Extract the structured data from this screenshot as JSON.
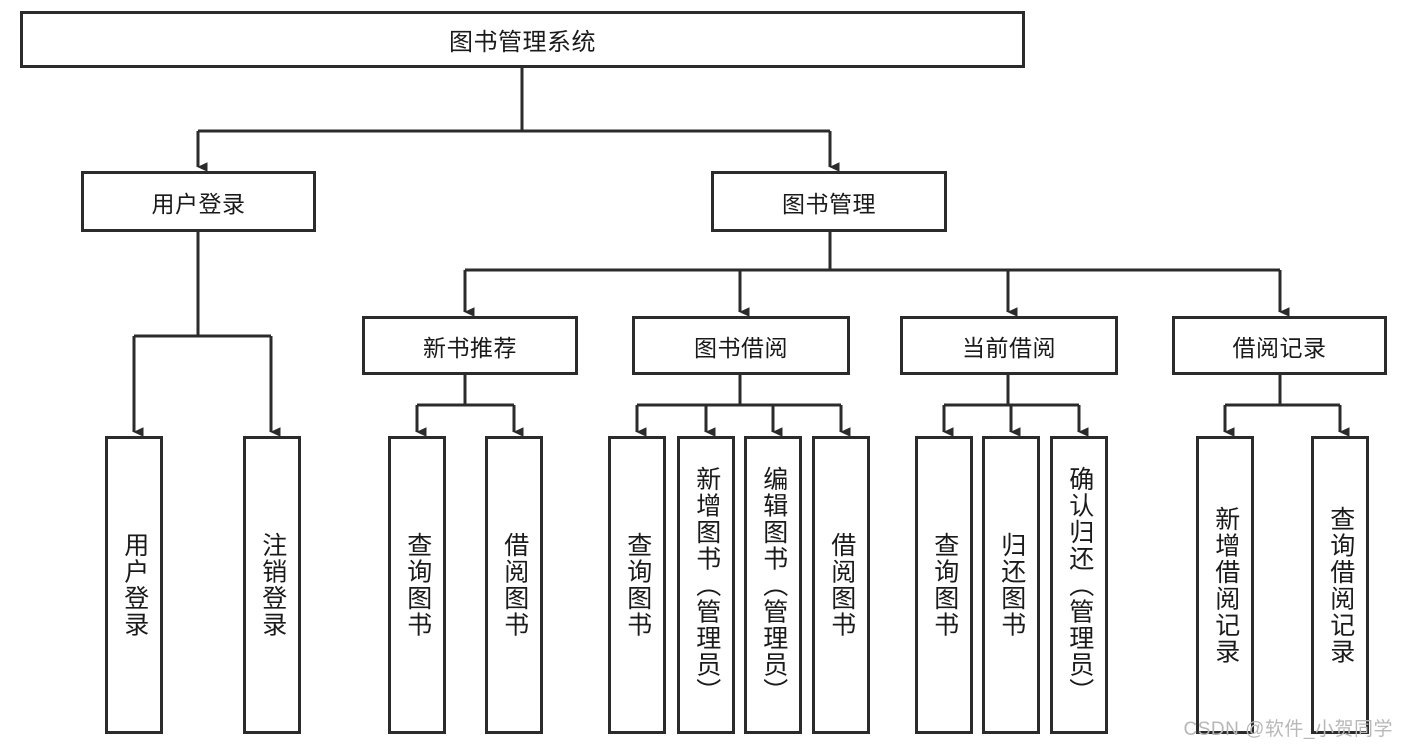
{
  "diagram": {
    "title": "图书管理系统",
    "watermark": "CSDN @软件_小贺同学",
    "colors": {
      "stroke": "#2b2b2b",
      "fill": "#ffffff",
      "text": "#1a1a1a",
      "watermark": "#b8b8b8"
    },
    "root": {
      "label": "图书管理系统"
    },
    "level2": [
      {
        "label": "用户登录"
      },
      {
        "label": "图书管理"
      }
    ],
    "level3": [
      {
        "label": "新书推荐"
      },
      {
        "label": "图书借阅"
      },
      {
        "label": "当前借阅"
      },
      {
        "label": "借阅记录"
      }
    ],
    "leaves": {
      "user_login": [
        {
          "label": "用户登录"
        },
        {
          "label": "注销登录"
        }
      ],
      "new_book_recommend": [
        {
          "label": "查询图书"
        },
        {
          "label": "借阅图书"
        }
      ],
      "book_borrow": [
        {
          "label": "查询图书"
        },
        {
          "label": "新增图书（管理员）"
        },
        {
          "label": "编辑图书（管理员）"
        },
        {
          "label": "借阅图书"
        }
      ],
      "current_borrow": [
        {
          "label": "查询图书"
        },
        {
          "label": "归还图书"
        },
        {
          "label": "确认归还（管理员）"
        }
      ],
      "borrow_record": [
        {
          "label": "新增借阅记录"
        },
        {
          "label": "查询借阅记录"
        }
      ]
    }
  }
}
